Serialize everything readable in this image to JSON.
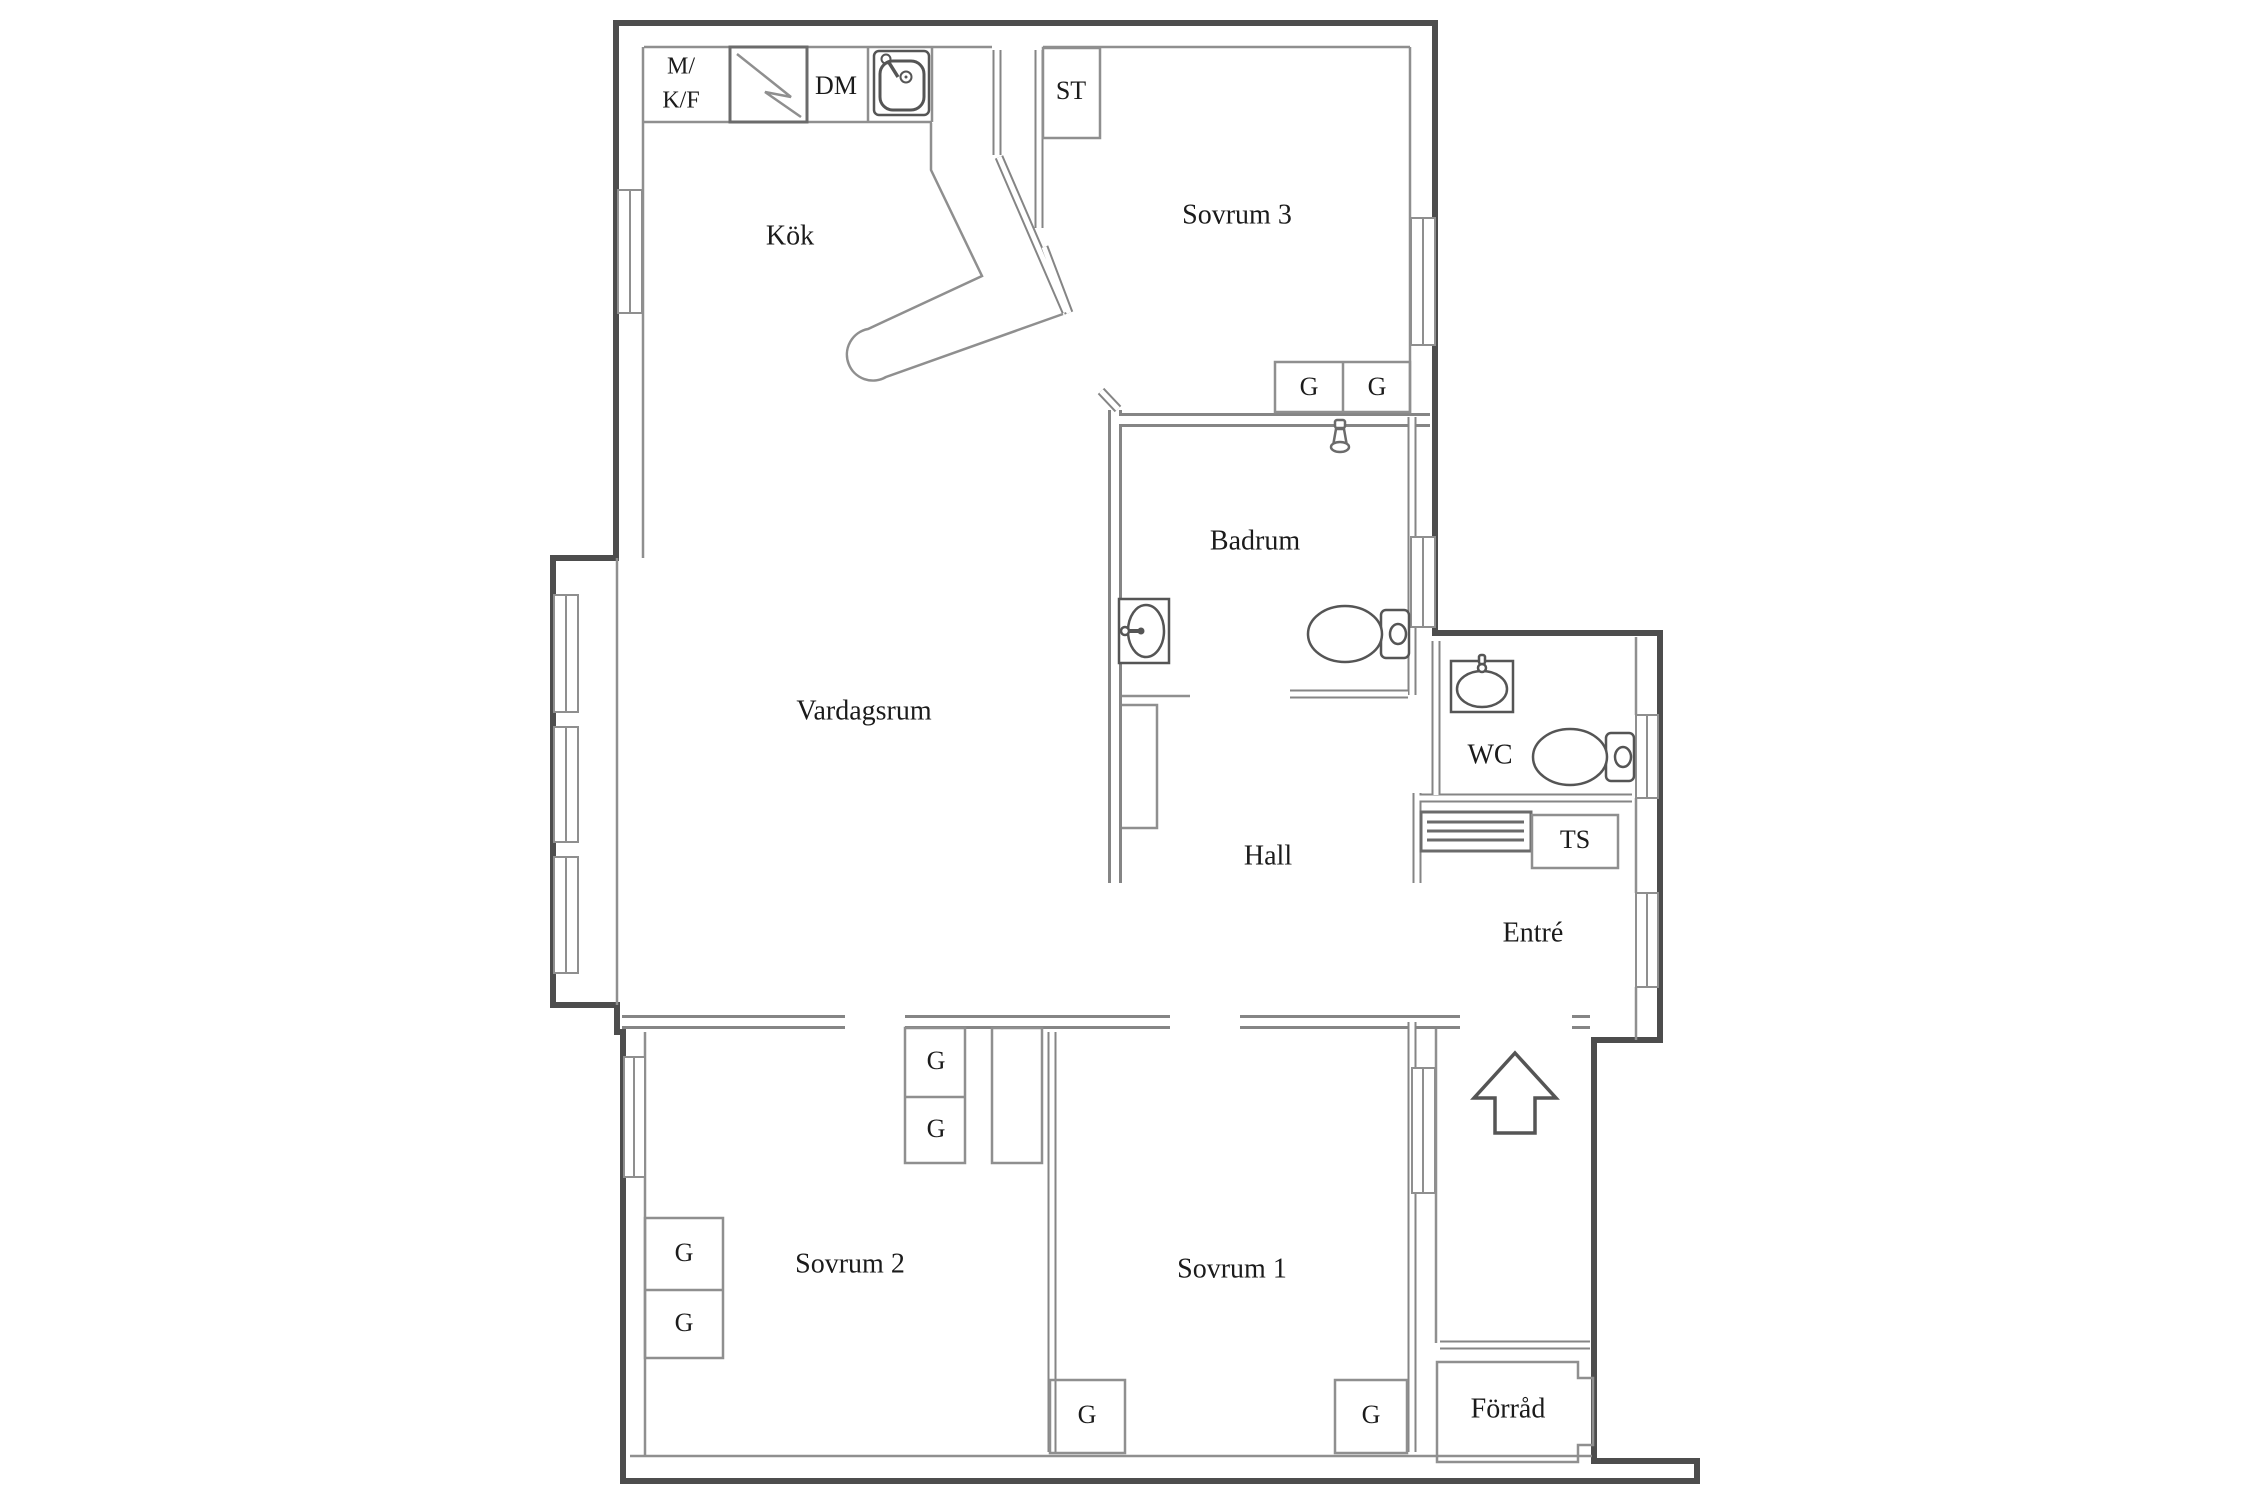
{
  "page": {
    "title": "Apartment floor plan",
    "background": "#ffffff"
  },
  "colors": {
    "outer_wall": "#4d4d4d",
    "inner_wall": "#858585",
    "thin_line": "#8f8f8f",
    "fixture_line": "#6b6b6b",
    "text": "#1b1b1b"
  },
  "rooms": {
    "kitchen": "Kök",
    "bedroom3": "Sovrum 3",
    "living_room": "Vardagsrum",
    "bathroom": "Badrum",
    "hall": "Hall",
    "wc": "WC",
    "entry": "Entré",
    "bedroom2": "Sovrum 2",
    "bedroom1": "Sovrum 1",
    "storage": "Förråd"
  },
  "fixtures": {
    "fridge_freezer_line1": "M/",
    "fridge_freezer_line2": "K/F",
    "dishwasher": "DM",
    "cleaning_cabinet": "ST",
    "drying_cabinet": "TS",
    "wardrobe": "G",
    "wardrobe_instances": 8
  },
  "icons": {
    "kitchen-sink-icon": "kitchen sink with faucet",
    "stove-icon": "square appliance symbol with zigzag",
    "washbasin-icon": "oval washbasin with tap",
    "toilet-icon": "toilet bowl with cistern",
    "shower-icon": "shower head",
    "hat-shelf-icon": "slatted hallway shelf",
    "entry-arrow-icon": "arrow pointing up through entry door",
    "window-icon": "double-line window in wall"
  }
}
